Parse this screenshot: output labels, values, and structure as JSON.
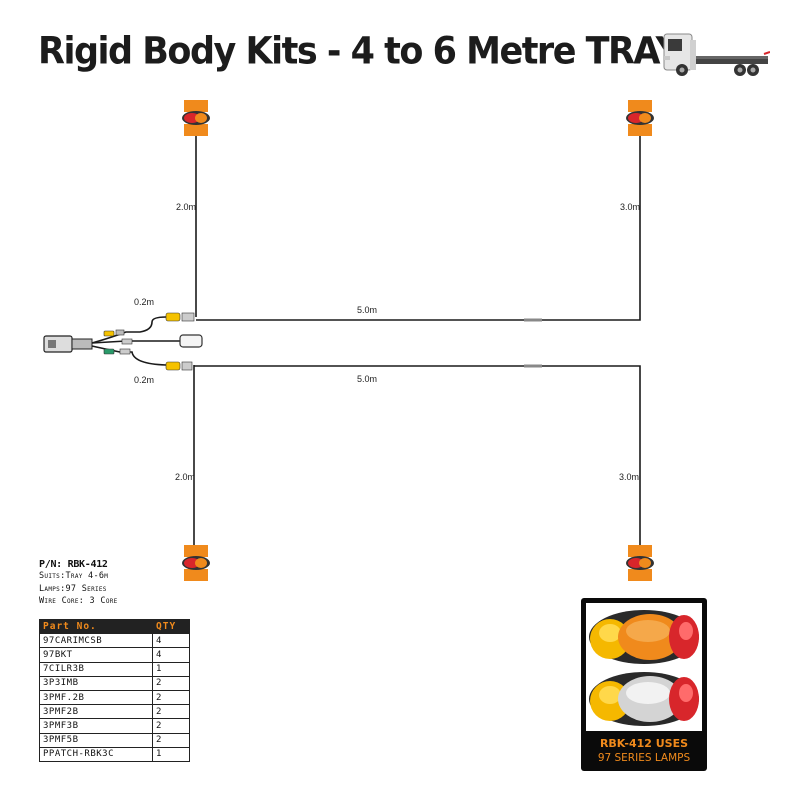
{
  "title": "Rigid Body Kits - 4 to 6 Metre TRAY",
  "wire_labels": {
    "top_left_vertical": "2.0m",
    "top_right_vertical": "3.0m",
    "top_stub": "0.2m",
    "top_horizontal": "5.0m",
    "bottom_stub": "0.2m",
    "bottom_horizontal": "5.0m",
    "bottom_left_vertical": "2.0m",
    "bottom_right_vertical": "3.0m"
  },
  "part_number": "P/N: RBK-412",
  "specs": [
    "Suits:Tray 4-6m",
    "Lamps:97 Series",
    "Wire Core: 3 Core"
  ],
  "parts_table": {
    "headers": [
      "Part No.",
      "QTY"
    ],
    "rows": [
      [
        "97CARIMCSB",
        "4"
      ],
      [
        "97BKT",
        "4"
      ],
      [
        "7CILR3B",
        "1"
      ],
      [
        "3P3IMB",
        "2"
      ],
      [
        "3PMF.2B",
        "2"
      ],
      [
        "3PMF2B",
        "2"
      ],
      [
        "3PMF3B",
        "2"
      ],
      [
        "3PMF5B",
        "2"
      ],
      [
        "PPATCH-RBK3C",
        "1"
      ]
    ]
  },
  "promo": {
    "line1": "RBK-412 USES",
    "line2": "97 SERIES LAMPS"
  },
  "colors": {
    "lamp_amber": "#f08a1c",
    "lamp_red": "#d8262b",
    "connector_yellow": "#f5c200",
    "promo_text": "#f08a1c"
  },
  "icons": [
    "truck-icon",
    "marker-lamp-icon",
    "plug-connector-icon",
    "number-plate-lamp-icon"
  ]
}
